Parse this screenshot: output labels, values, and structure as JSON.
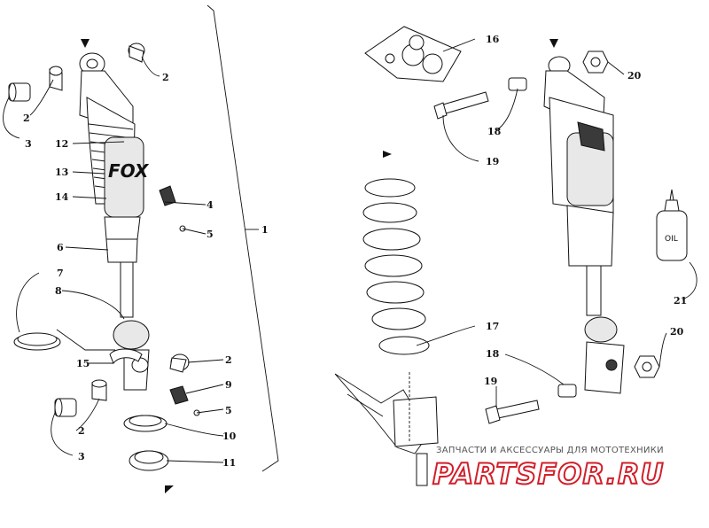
{
  "callouts": {
    "c1": "1",
    "c2a": "2",
    "c2b": "2",
    "c2c": "2",
    "c2d": "2",
    "c3a": "3",
    "c3b": "3",
    "c4": "4",
    "c5a": "5",
    "c5b": "5",
    "c6": "6",
    "c7": "7",
    "c8": "8",
    "c9": "9",
    "c10": "10",
    "c11": "11",
    "c12": "12",
    "c13": "13",
    "c14": "14",
    "c15": "15",
    "c16": "16",
    "c17": "17",
    "c18a": "18",
    "c18b": "18",
    "c19a": "19",
    "c19b": "19",
    "c20a": "20",
    "c20b": "20",
    "c21": "21"
  },
  "labels": {
    "oil_bottle": "OIL",
    "shock_brand": "FOX"
  },
  "watermark": {
    "tagline": "ЗАПЧАСТИ И АКСЕССУАРЫ ДЛЯ МОТОТЕХНИКИ",
    "brand": "PARTSFOR.RU",
    "brand_color": "#d21f2a"
  }
}
